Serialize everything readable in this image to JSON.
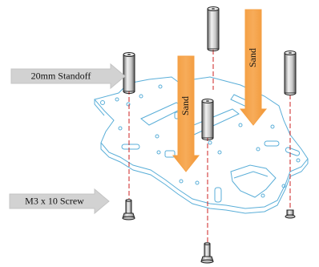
{
  "callouts": {
    "standoff_label": "20mm Standoff",
    "screw_label": "M3 x 10 Screw"
  },
  "sand_arrows": [
    {
      "label": "Sand"
    },
    {
      "label": "Sand"
    }
  ],
  "colors": {
    "plate_outline": "#5aaed8",
    "guide_line": "#cc2222",
    "sand_arrow": "#f5a044",
    "callout_arrow": "#cfcfcf",
    "part": "#222222"
  }
}
